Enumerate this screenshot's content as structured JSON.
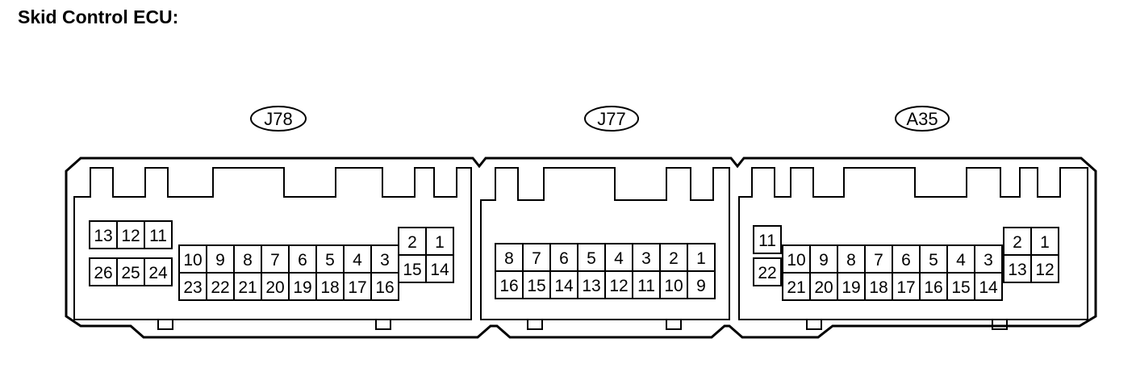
{
  "title": "Skid Control ECU:",
  "connectors": [
    {
      "id": "J78",
      "cells": [
        {
          "label": "13"
        },
        {
          "label": "12"
        },
        {
          "label": "11"
        },
        {
          "label": "26"
        },
        {
          "label": "25"
        },
        {
          "label": "24"
        },
        {
          "label": "10"
        },
        {
          "label": "9"
        },
        {
          "label": "8"
        },
        {
          "label": "7"
        },
        {
          "label": "6"
        },
        {
          "label": "5"
        },
        {
          "label": "4"
        },
        {
          "label": "3"
        },
        {
          "label": "23"
        },
        {
          "label": "22"
        },
        {
          "label": "21"
        },
        {
          "label": "20"
        },
        {
          "label": "19"
        },
        {
          "label": "18"
        },
        {
          "label": "17"
        },
        {
          "label": "16"
        },
        {
          "label": "2"
        },
        {
          "label": "1"
        },
        {
          "label": "15"
        },
        {
          "label": "14"
        }
      ]
    },
    {
      "id": "J77",
      "cells": [
        {
          "label": "8"
        },
        {
          "label": "7"
        },
        {
          "label": "6"
        },
        {
          "label": "5"
        },
        {
          "label": "4"
        },
        {
          "label": "3"
        },
        {
          "label": "2"
        },
        {
          "label": "1"
        },
        {
          "label": "16"
        },
        {
          "label": "15"
        },
        {
          "label": "14"
        },
        {
          "label": "13"
        },
        {
          "label": "12"
        },
        {
          "label": "11"
        },
        {
          "label": "10"
        },
        {
          "label": "9"
        }
      ]
    },
    {
      "id": "A35",
      "cells": [
        {
          "label": "11"
        },
        {
          "label": "22"
        },
        {
          "label": "10"
        },
        {
          "label": "9"
        },
        {
          "label": "8"
        },
        {
          "label": "7"
        },
        {
          "label": "6"
        },
        {
          "label": "5"
        },
        {
          "label": "4"
        },
        {
          "label": "3"
        },
        {
          "label": "21"
        },
        {
          "label": "20"
        },
        {
          "label": "19"
        },
        {
          "label": "18"
        },
        {
          "label": "17"
        },
        {
          "label": "16"
        },
        {
          "label": "15"
        },
        {
          "label": "14"
        },
        {
          "label": "2"
        },
        {
          "label": "1"
        },
        {
          "label": "13"
        },
        {
          "label": "12"
        }
      ]
    }
  ]
}
